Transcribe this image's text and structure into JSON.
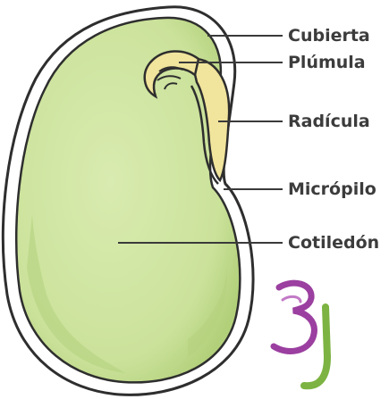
{
  "diagram": {
    "parts": [
      {
        "id": "cubierta",
        "label": "Cubierta"
      },
      {
        "id": "plumula",
        "label": "Plúmula"
      },
      {
        "id": "radicula",
        "label": "Radícula"
      },
      {
        "id": "micropilo",
        "label": "Micrópilo"
      },
      {
        "id": "cotiledon",
        "label": "Cotiledón"
      }
    ],
    "colors": {
      "cotyledon_fill": "#cfe5a2",
      "cotyledon_shade": "#b4d27e",
      "embryo_fill": "#f1e49c",
      "outline": "#2e2e2e",
      "leader_line": "#3a3a3a",
      "logo_purple": "#9b3fa0",
      "logo_green": "#7cb342"
    }
  }
}
